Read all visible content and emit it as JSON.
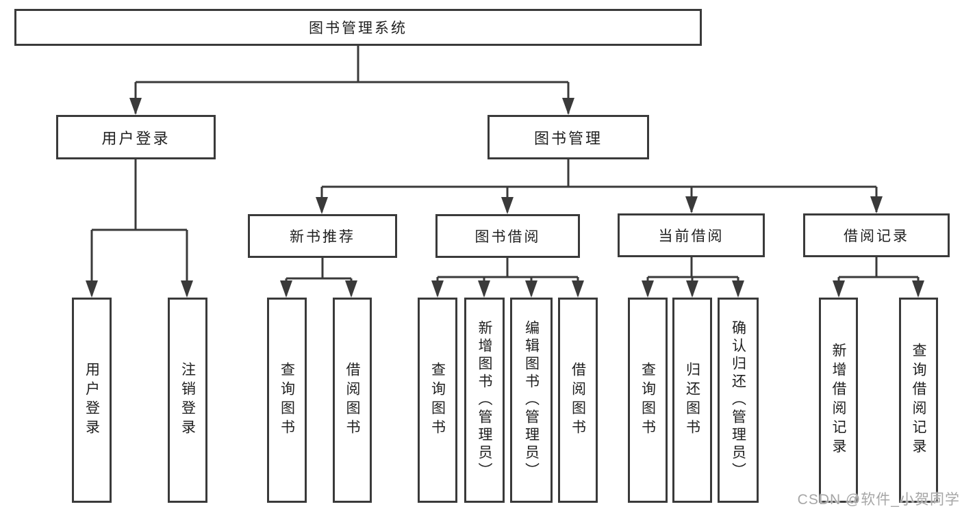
{
  "title": "图书管理系统",
  "tree": {
    "root": {
      "label": "图书管理系统"
    },
    "branches": [
      {
        "label": "用户登录",
        "children": [
          {
            "label": "用户登录"
          },
          {
            "label": "注销登录"
          }
        ]
      },
      {
        "label": "图书管理",
        "children": [
          {
            "label": "新书推荐",
            "children": [
              {
                "label": "查询图书"
              },
              {
                "label": "借阅图书"
              }
            ]
          },
          {
            "label": "图书借阅",
            "children": [
              {
                "label": "查询图书"
              },
              {
                "label": "新增图书（管理员）"
              },
              {
                "label": "编辑图书（管理员）"
              },
              {
                "label": "借阅图书"
              }
            ]
          },
          {
            "label": "当前借阅",
            "children": [
              {
                "label": "查询图书"
              },
              {
                "label": "归还图书"
              },
              {
                "label": "确认归还（管理员）"
              }
            ]
          },
          {
            "label": "借阅记录",
            "children": [
              {
                "label": "新增借阅记录"
              },
              {
                "label": "查询借阅记录"
              }
            ]
          }
        ]
      }
    ]
  },
  "watermark": "CSDN @软件_小贺同学",
  "colors": {
    "line": "#3a3a3a",
    "text": "#1f1f1f",
    "background": "#ffffff",
    "watermark": "#a6a6a6"
  }
}
